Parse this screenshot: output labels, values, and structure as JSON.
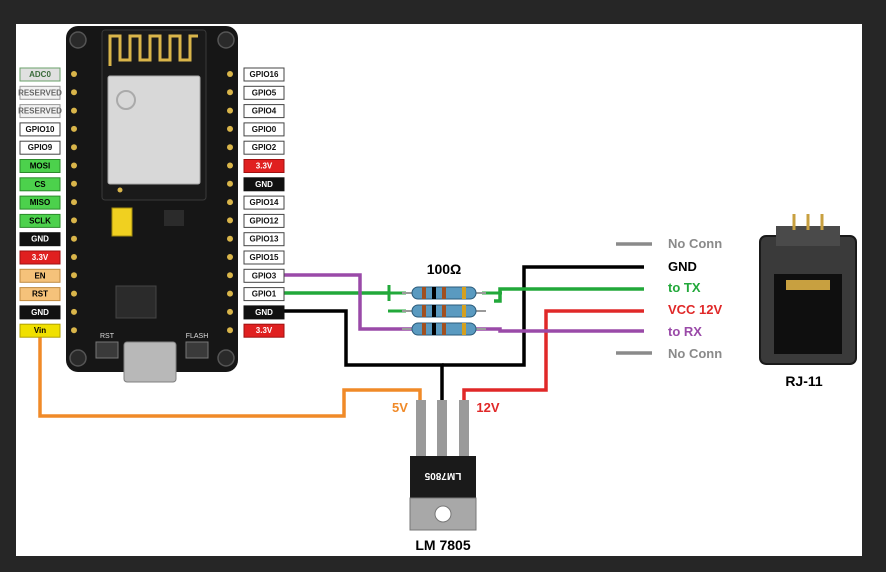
{
  "board": {
    "left_pins": [
      {
        "label": "ADC0",
        "bg": "#e0e0e0",
        "fg": "#3a6b3a",
        "border": "#6aa06a"
      },
      {
        "label": "RESERVED",
        "bg": "#f2f2f2",
        "fg": "#666666",
        "border": "#999999"
      },
      {
        "label": "RESERVED",
        "bg": "#f2f2f2",
        "fg": "#666666",
        "border": "#999999"
      },
      {
        "label": "GPIO10",
        "bg": "#ffffff",
        "fg": "#111111",
        "border": "#444444"
      },
      {
        "label": "GPIO9",
        "bg": "#ffffff",
        "fg": "#111111",
        "border": "#444444"
      },
      {
        "label": "MOSI",
        "bg": "#4cd14c",
        "fg": "#000000",
        "border": "#2a8a2a"
      },
      {
        "label": "CS",
        "bg": "#4cd14c",
        "fg": "#000000",
        "border": "#2a8a2a"
      },
      {
        "label": "MISO",
        "bg": "#4cd14c",
        "fg": "#000000",
        "border": "#2a8a2a"
      },
      {
        "label": "SCLK",
        "bg": "#4cd14c",
        "fg": "#000000",
        "border": "#2a8a2a"
      },
      {
        "label": "GND",
        "bg": "#111111",
        "fg": "#ffffff",
        "border": "#111111"
      },
      {
        "label": "3.3V",
        "bg": "#e02020",
        "fg": "#ffffff",
        "border": "#a01010"
      },
      {
        "label": "EN",
        "bg": "#f5c27a",
        "fg": "#000000",
        "border": "#c08a40"
      },
      {
        "label": "RST",
        "bg": "#f5c27a",
        "fg": "#000000",
        "border": "#c08a40"
      },
      {
        "label": "GND",
        "bg": "#111111",
        "fg": "#ffffff",
        "border": "#111111"
      },
      {
        "label": "Vin",
        "bg": "#f0e000",
        "fg": "#000000",
        "border": "#b0a000"
      }
    ],
    "right_pins": [
      {
        "label": "GPIO16",
        "bg": "#ffffff",
        "fg": "#111111",
        "border": "#444444"
      },
      {
        "label": "GPIO5",
        "bg": "#ffffff",
        "fg": "#111111",
        "border": "#444444"
      },
      {
        "label": "GPIO4",
        "bg": "#ffffff",
        "fg": "#111111",
        "border": "#444444"
      },
      {
        "label": "GPIO0",
        "bg": "#ffffff",
        "fg": "#111111",
        "border": "#444444"
      },
      {
        "label": "GPIO2",
        "bg": "#ffffff",
        "fg": "#111111",
        "border": "#444444"
      },
      {
        "label": "3.3V",
        "bg": "#e02020",
        "fg": "#ffffff",
        "border": "#a01010"
      },
      {
        "label": "GND",
        "bg": "#111111",
        "fg": "#ffffff",
        "border": "#111111"
      },
      {
        "label": "GPIO14",
        "bg": "#ffffff",
        "fg": "#111111",
        "border": "#444444"
      },
      {
        "label": "GPIO12",
        "bg": "#ffffff",
        "fg": "#111111",
        "border": "#444444"
      },
      {
        "label": "GPIO13",
        "bg": "#ffffff",
        "fg": "#111111",
        "border": "#444444"
      },
      {
        "label": "GPIO15",
        "bg": "#ffffff",
        "fg": "#111111",
        "border": "#444444"
      },
      {
        "label": "GPIO3",
        "bg": "#ffffff",
        "fg": "#111111",
        "border": "#444444"
      },
      {
        "label": "GPIO1",
        "bg": "#ffffff",
        "fg": "#111111",
        "border": "#444444"
      },
      {
        "label": "GND",
        "bg": "#111111",
        "fg": "#ffffff",
        "border": "#111111"
      },
      {
        "label": "3.3V",
        "bg": "#e02020",
        "fg": "#ffffff",
        "border": "#a01010"
      }
    ],
    "rst_label": "RST",
    "flash_label": "FLASH"
  },
  "resistor_label": "100Ω",
  "regulator": {
    "label": "LM 7805",
    "body_text": "LM7805",
    "in_label": "12V",
    "out_label": "5V"
  },
  "connector": {
    "label": "RJ-11"
  },
  "signals": [
    {
      "label": "No Conn",
      "color": "#8a8a8a"
    },
    {
      "label": "GND",
      "color": "#000000"
    },
    {
      "label": "to TX",
      "color": "#22a83a"
    },
    {
      "label": "VCC 12V",
      "color": "#e02828"
    },
    {
      "label": "to RX",
      "color": "#9a4aa8"
    },
    {
      "label": "No Conn",
      "color": "#8a8a8a"
    }
  ],
  "wire_colors": {
    "orange": "#f08a28",
    "red": "#e02828",
    "black": "#000000",
    "green": "#22a83a",
    "purple": "#9a4aa8",
    "gray": "#8a8a8a"
  }
}
